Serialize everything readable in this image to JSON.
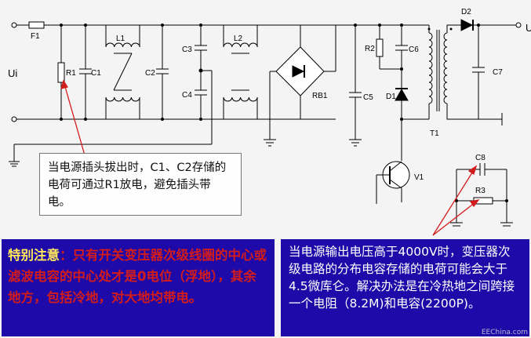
{
  "labels": {
    "F1": "F1",
    "Ui": "Ui",
    "R1": "R1",
    "C1": "C1",
    "L1": "L1",
    "C2": "C2",
    "C3": "C3",
    "C4": "C4",
    "L2": "L2",
    "RB1": "RB1",
    "C5": "C5",
    "R2": "R2",
    "C6": "C6",
    "D1": "D1",
    "D2": "D2",
    "Uo": "Uo",
    "C7": "C7",
    "T1": "T1",
    "V1": "V1",
    "C8": "C8",
    "R3": "R3"
  },
  "notes": {
    "r1": "当电源插头拔出时，C1、C2存储的电荷可通过R1放电，避免插头带电。",
    "warning_title": "特别注意",
    "warning_body": "：只有开关变压器次级线圈的中心或滤波电容的中心处才是0电位（浮地），其余地方，包括冷地，对大地均带电。",
    "solution": "当电源输出电压高于4000V时，变压器次级电路的分布电容存储的电荷可能会大于4.5微库仑。解决办法是在冷热地之间跨接一个电阻（8.2M)和电容(2200P)。"
  },
  "watermark": "EEChina.com",
  "colors": {
    "note_background": "#1e0aa8",
    "warning_text": "#d21c1c",
    "warning_title": "#ffe85a",
    "solution_text": "#ffffff",
    "arrow": "#d21c1c",
    "wire": "#000000",
    "page_background": "#f4f4f4"
  }
}
